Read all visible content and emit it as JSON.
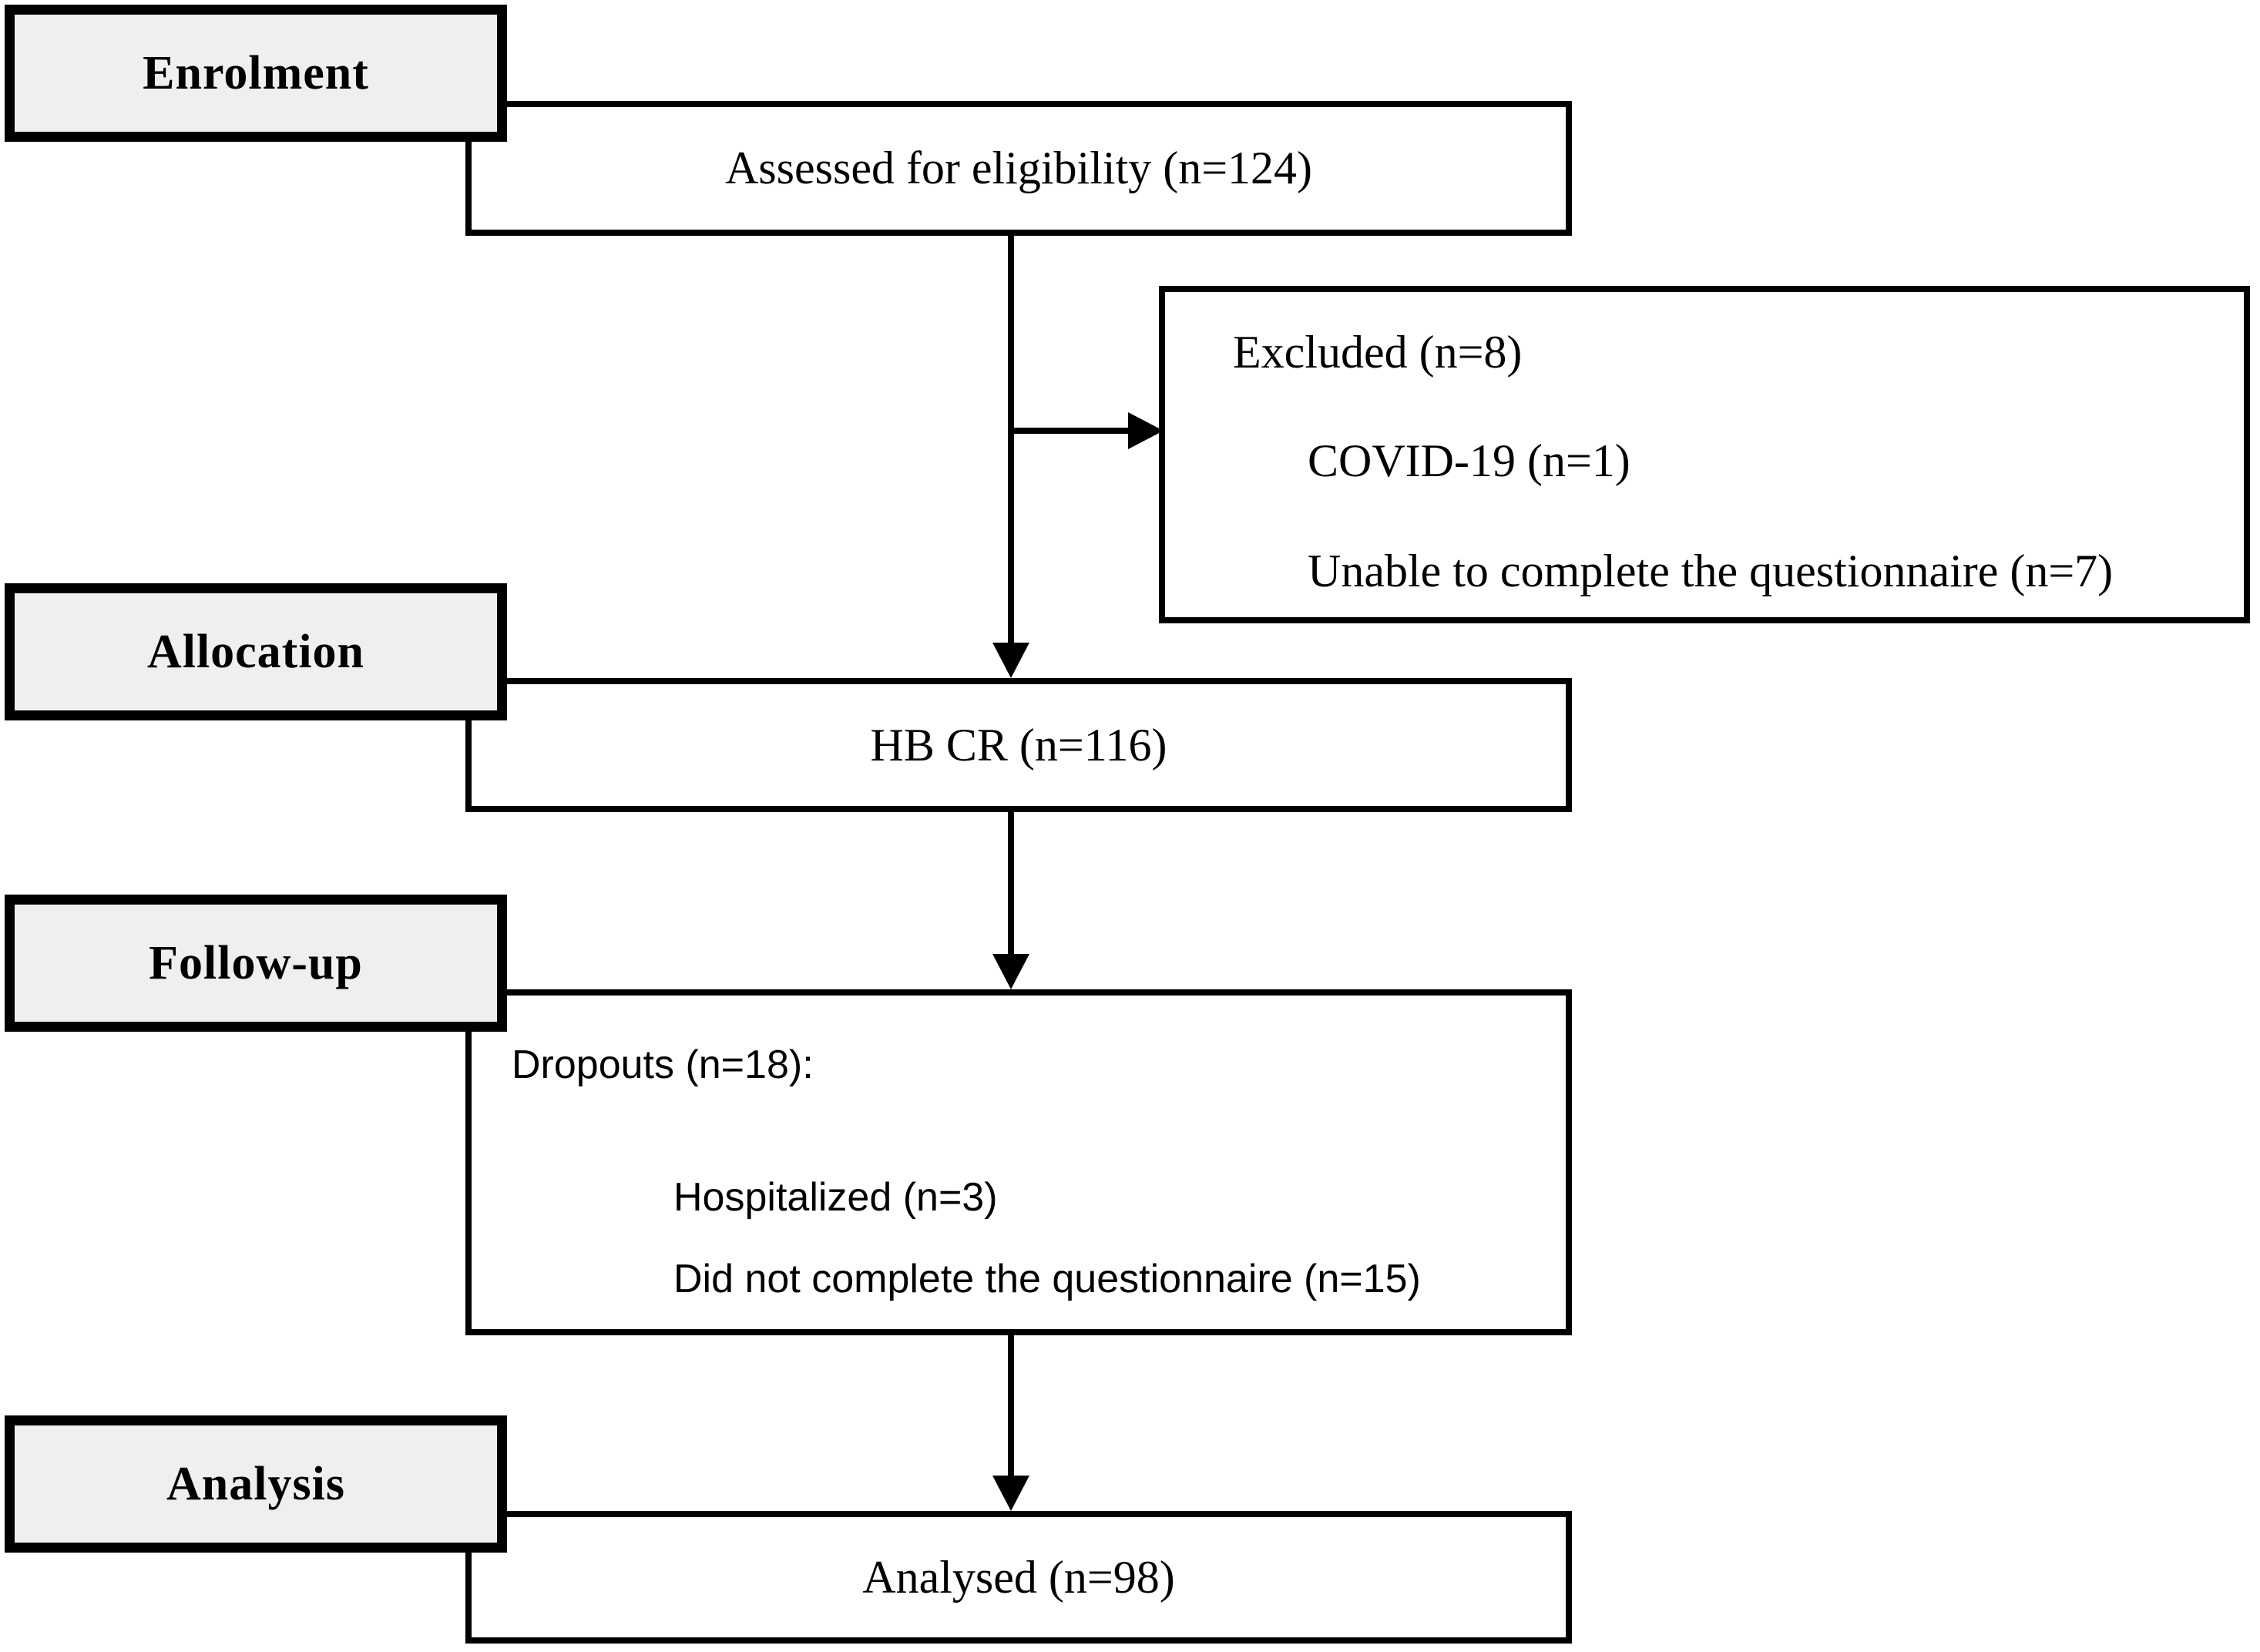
{
  "figure": {
    "type": "flow-diagram",
    "stages": {
      "enrolment": "Enrolment",
      "allocation": "Allocation",
      "followup": "Follow-up",
      "analysis": "Analysis"
    },
    "nodes": {
      "assessed": "Assessed for eligibility (n=124)",
      "excluded_title": "Excluded (n=8)",
      "excluded_items": [
        "COVID-19 (n=1)",
        "Unable to complete the questionnaire (n=7)"
      ],
      "allocated": "HB CR (n=116)",
      "dropouts_title": "Dropouts (n=18):",
      "dropouts_items": [
        "Hospitalized (n=3)",
        "Did not complete the questionnaire (n=15)"
      ],
      "analysed": "Analysed (n=98)"
    },
    "counts": {
      "assessed": 124,
      "excluded": 8,
      "excluded_covid19": 1,
      "excluded_unable_questionnaire": 7,
      "allocated_hb_cr": 116,
      "dropouts": 18,
      "dropouts_hospitalized": 3,
      "dropouts_not_complete_questionnaire": 15,
      "analysed": 98
    },
    "colors": {
      "stage_fill": "#efefef",
      "node_fill": "#ffffff",
      "line": "#000000",
      "background": "#ffffff"
    }
  }
}
